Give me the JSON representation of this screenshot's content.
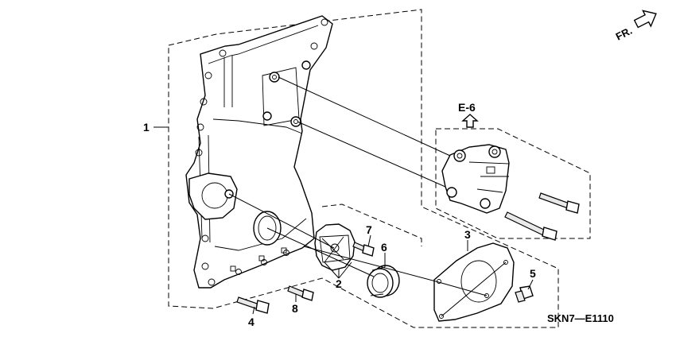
{
  "diagram": {
    "direction_label": "FR.",
    "reference_label": "E-6",
    "diagram_code": "SKN7—E1110",
    "callouts": [
      {
        "id": "c1",
        "text": "1"
      },
      {
        "id": "c2",
        "text": "2"
      },
      {
        "id": "c3",
        "text": "3"
      },
      {
        "id": "c4",
        "text": "4"
      },
      {
        "id": "c5",
        "text": "5"
      },
      {
        "id": "c6",
        "text": "6"
      },
      {
        "id": "c7",
        "text": "7"
      },
      {
        "id": "c8",
        "text": "8"
      }
    ],
    "icons": [
      "front-direction-arrow-icon",
      "reference-up-arrow-icon"
    ]
  }
}
